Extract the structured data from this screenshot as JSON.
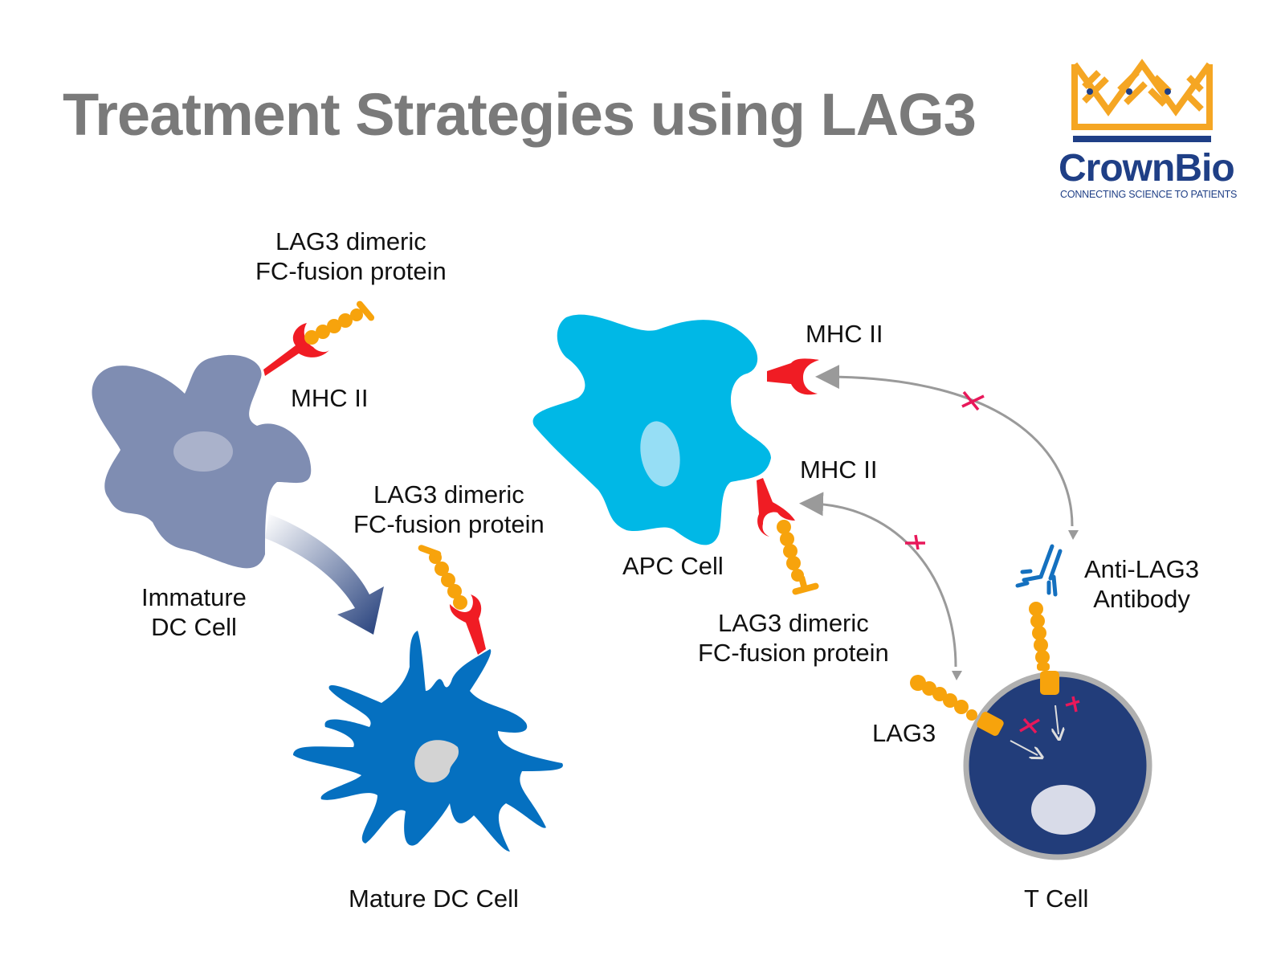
{
  "title": "Treatment Strategies using LAG3",
  "logo": {
    "brand": "CrownBio",
    "tagline": "CONNECTING SCIENCE TO PATIENTS",
    "colors": {
      "crown": "#f5a623",
      "navy": "#1f3f86"
    }
  },
  "labels": {
    "fusion_top": [
      "LAG3 dimeric",
      "FC-fusion protein"
    ],
    "mhc_immature": "MHC II",
    "immature_dc": [
      "Immature",
      "DC Cell"
    ],
    "fusion_mid": [
      "LAG3 dimeric",
      "FC-fusion protein"
    ],
    "mature_dc": "Mature DC Cell",
    "mhc_apc_top": "MHC II",
    "mhc_apc_bottom": "MHC II",
    "apc_cell": "APC Cell",
    "fusion_apc": [
      "LAG3 dimeric",
      "FC-fusion protein"
    ],
    "anti_lag3": [
      "Anti-LAG3",
      "Antibody"
    ],
    "lag3": "LAG3",
    "t_cell": "T Cell"
  },
  "colors": {
    "immature_dc": "#7f8db2",
    "mature_dc": "#0570c0",
    "apc": "#00b8e6",
    "t_cell": "#223d7a",
    "mhc": "#f01c24",
    "lag3": "#f7a30c",
    "antibody": "#1470bf",
    "block_mark": "#e8185a",
    "arrow": "#9a9a9a"
  }
}
